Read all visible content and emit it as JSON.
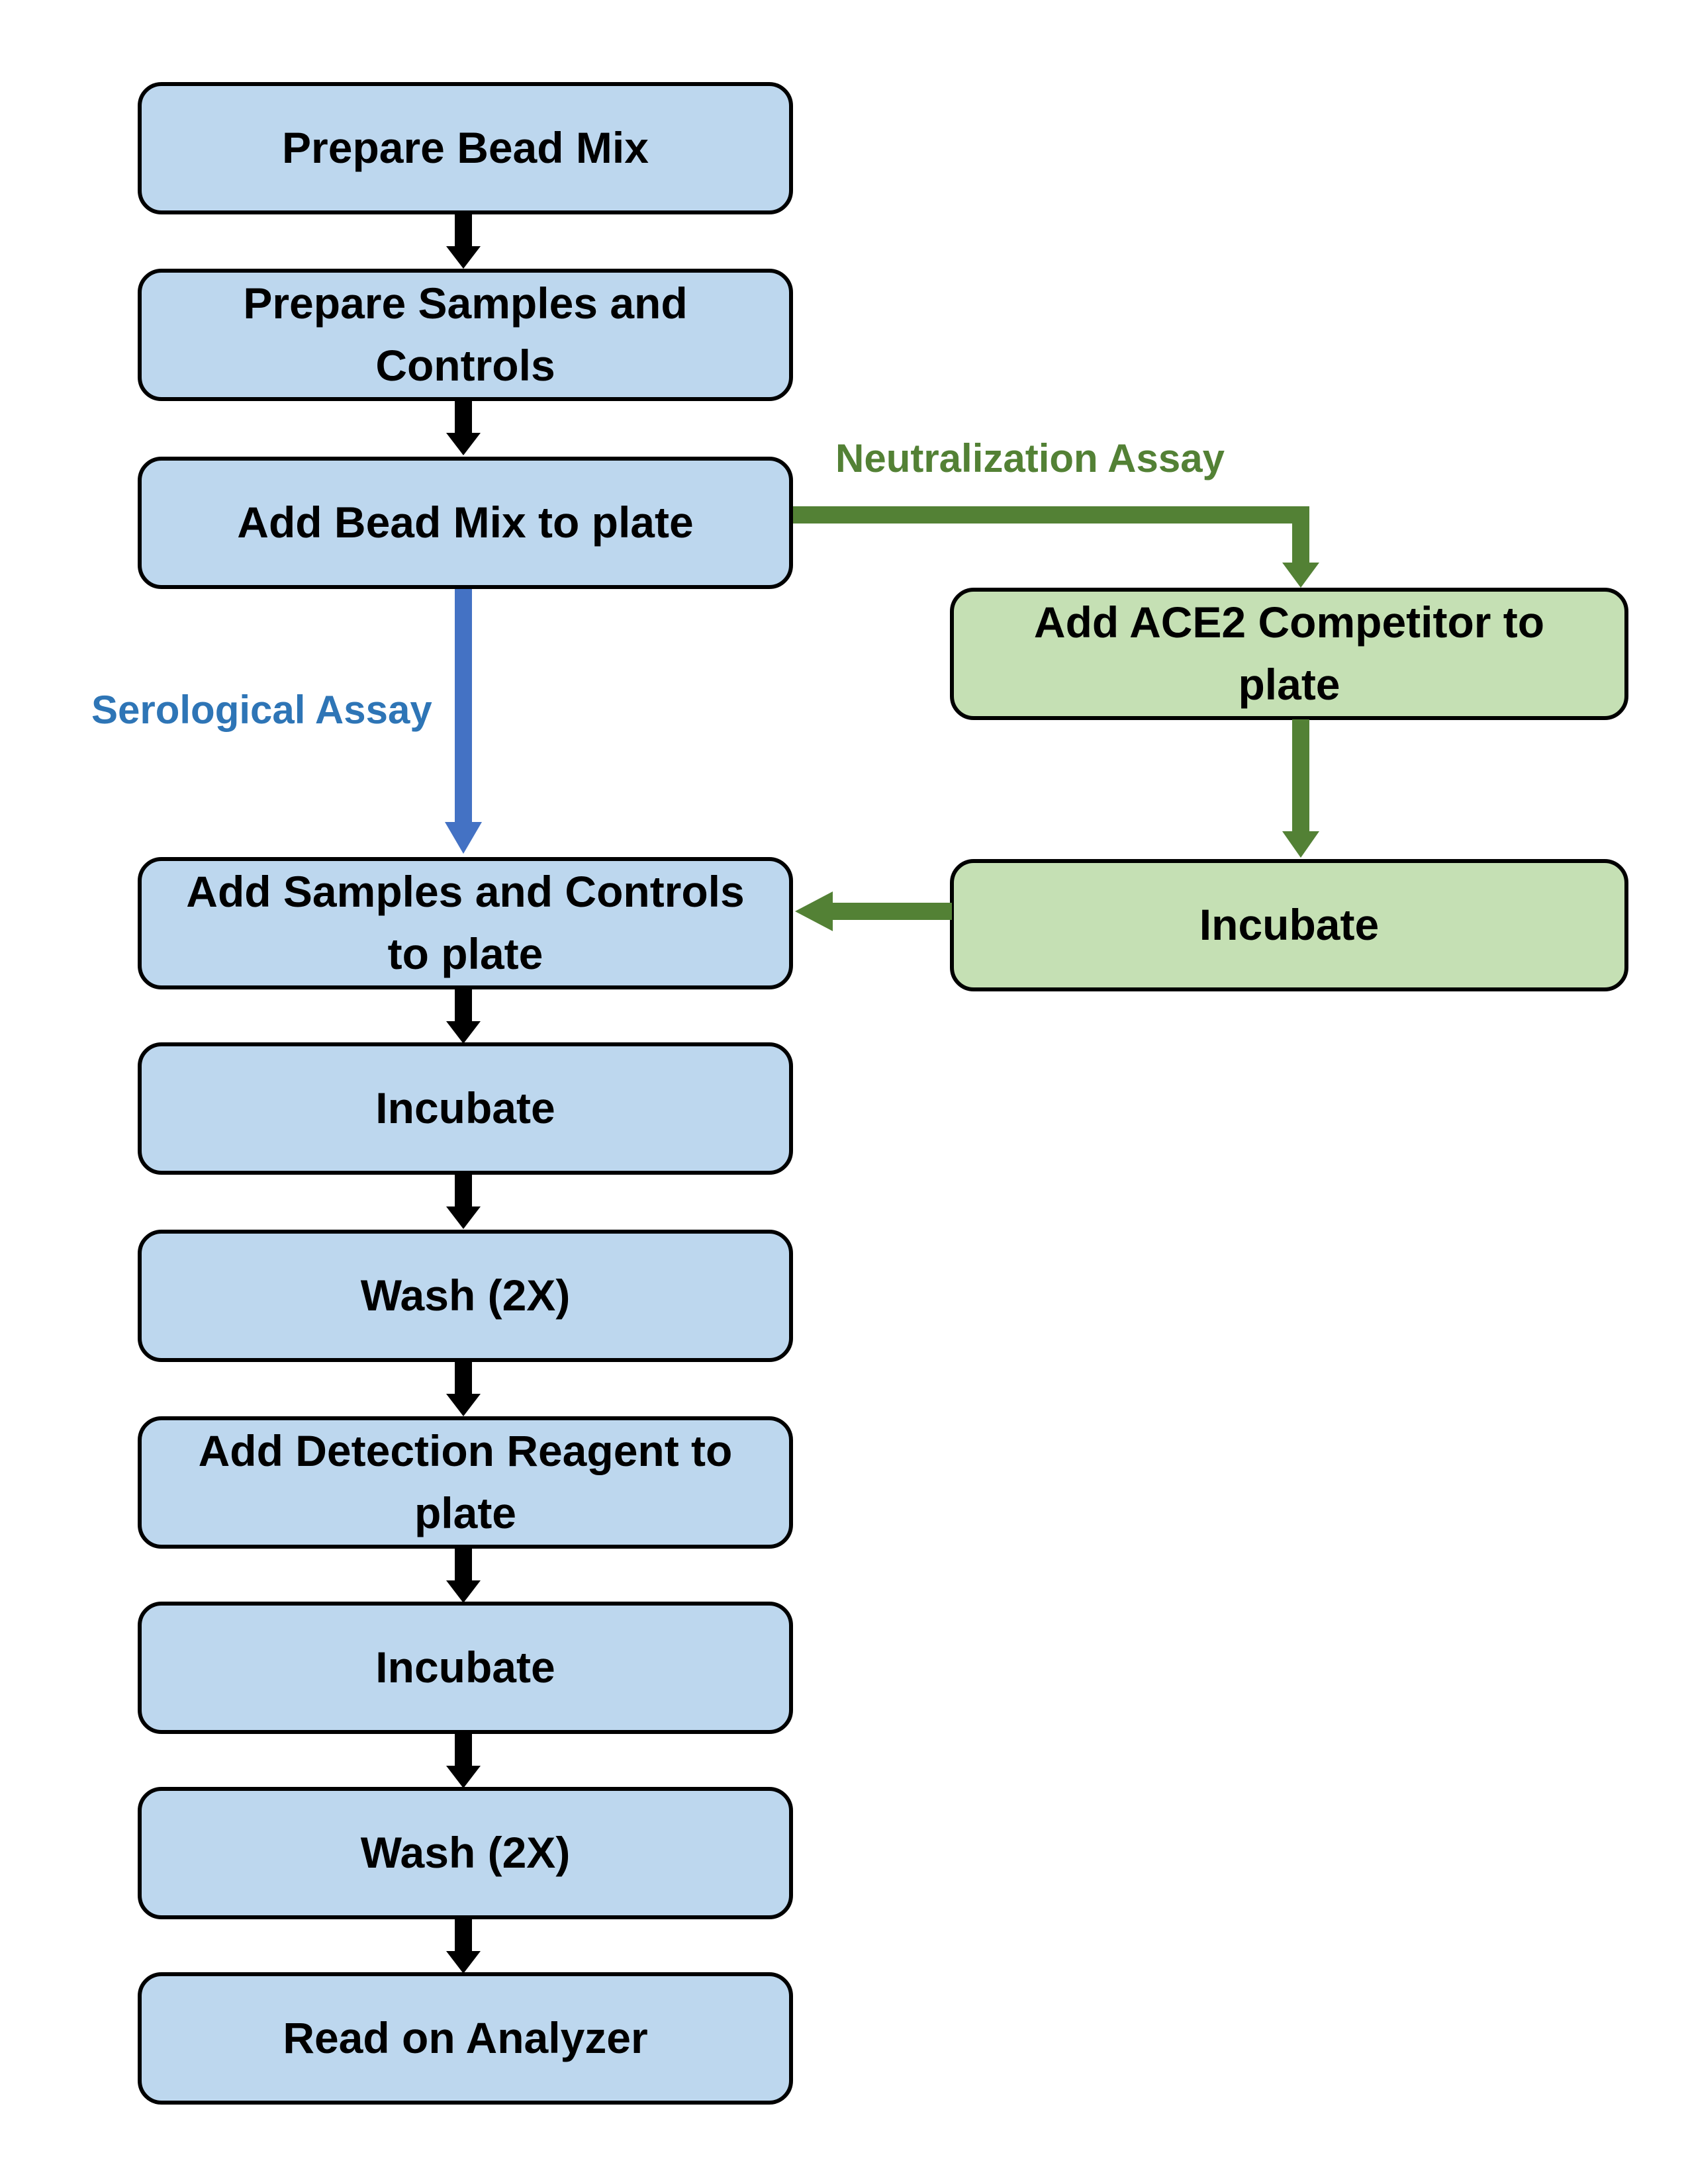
{
  "colors": {
    "blue_box_fill": "#BDD7EE",
    "green_box_fill": "#C5E0B4",
    "box_border": "#000000",
    "black_arrow": "#000000",
    "blue_arrow": "#4472C4",
    "blue_label": "#2E75B6",
    "green_arrow": "#538135",
    "green_label": "#538135",
    "page_background": "#FFFFFF"
  },
  "flowchart": {
    "type": "flowchart",
    "main_branch": [
      {
        "label": "Prepare Bead Mix"
      },
      {
        "label": "Prepare Samples and Controls"
      },
      {
        "label": "Add Bead Mix to plate"
      },
      {
        "label": "Add Samples and Controls to plate"
      },
      {
        "label": "Incubate"
      },
      {
        "label": "Wash (2X)"
      },
      {
        "label": "Add Detection Reagent to plate"
      },
      {
        "label": "Incubate"
      },
      {
        "label": "Wash (2X)"
      },
      {
        "label": "Read on Analyzer"
      }
    ],
    "neutralization_branch": [
      {
        "label": "Add ACE2 Competitor to plate"
      },
      {
        "label": "Incubate"
      }
    ],
    "branch_labels": {
      "serological": "Serological Assay",
      "neutralization": "Neutralization Assay"
    }
  }
}
